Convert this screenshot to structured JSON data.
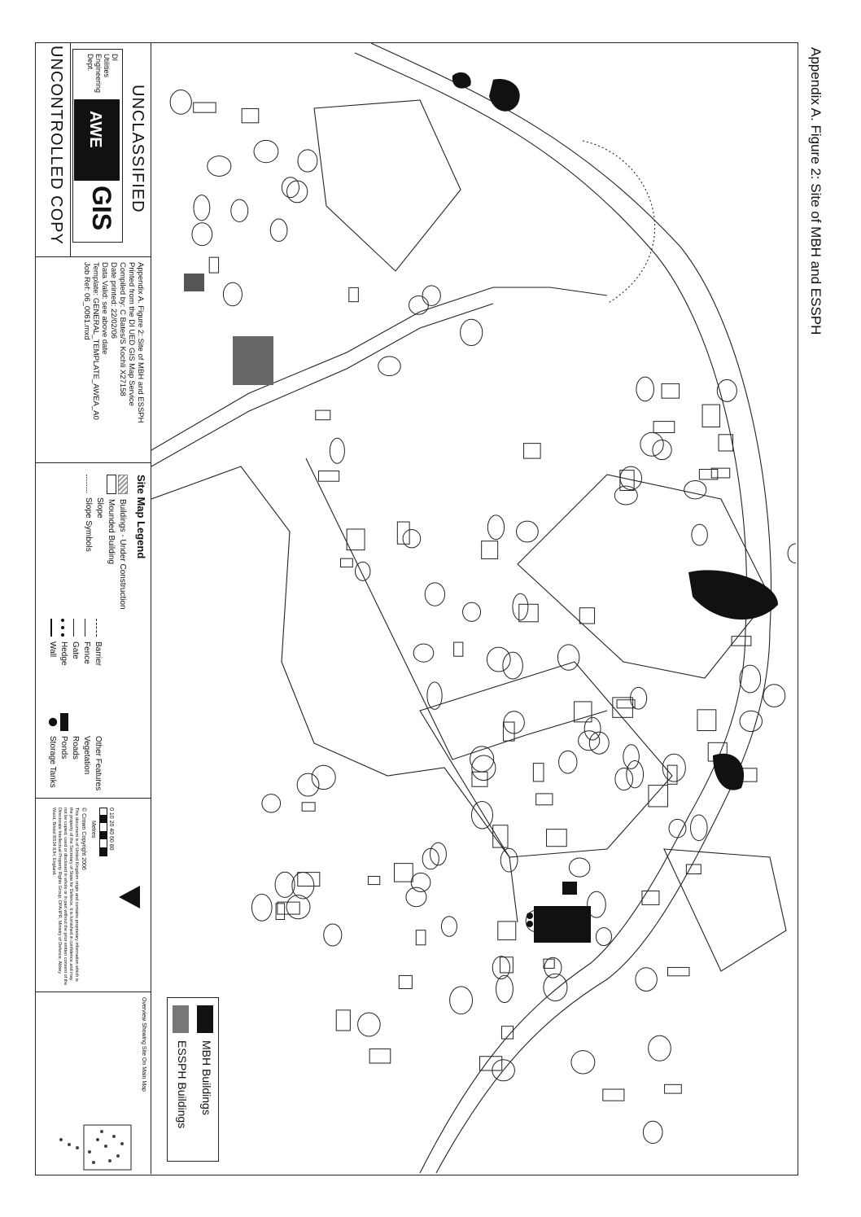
{
  "title": "Appendix A. Figure 2: Site of MBH and ESSPH",
  "classification": "UNCLASSIFIED",
  "control_marking": "UNCONTROLLED COPY",
  "department": {
    "line1": "DI",
    "line2": "Utilities",
    "line3": "Engineering",
    "line4": "Dept."
  },
  "logo": {
    "awe": "AWE",
    "gis": "GIS"
  },
  "print_info": [
    "Appendix A. Figure 2: Site of MBH and ESSPH",
    "Printed from the DI UED GIS Map Service",
    "Compiled by: C Bates/S Kochli X27158",
    "Date printed: 22/02/06",
    "Data Valid: see above date",
    "Template: GENERAL_TEMPLATE_AWEA_A0",
    "Job Ref: 06_0061.mxd"
  ],
  "site_legend": {
    "title": "Site Map Legend",
    "col1": [
      "Buildings - Under Construction",
      "Mounded Building",
      "Slope",
      "Slope Symbols"
    ],
    "col2": [
      "Barrier",
      "Fence",
      "Gate",
      "Hedge",
      "Wall"
    ],
    "col3": [
      "Other Features",
      "Vegetation",
      "Roads",
      "Ponds",
      "Storage Tanks"
    ]
  },
  "scale_bar": {
    "ticks": "0 10 20   40   60   80",
    "unit": "Metres"
  },
  "copyright": "© Crown Copyright 2006",
  "disclaimer": "This document is of United Kingdom origin and contains proprietary information which is the property of the Secretary of State for Defence. It is furnished in confidence and may not be copied, used or disclosed in whole or in part without the prior written consent of the Directorate Intellectual Property Rights Group, DPA/IPR, Ministry of Defence, Abbey Wood, Bristol BS34 8JH, England.",
  "overview_caption": "Overview Showing Site On Main Map",
  "map_legend": {
    "mbh": "MBH Buildings",
    "essph": "ESSPH Buildings"
  },
  "colors": {
    "mbh": "#111111",
    "essph": "#777777",
    "line": "#222222"
  }
}
